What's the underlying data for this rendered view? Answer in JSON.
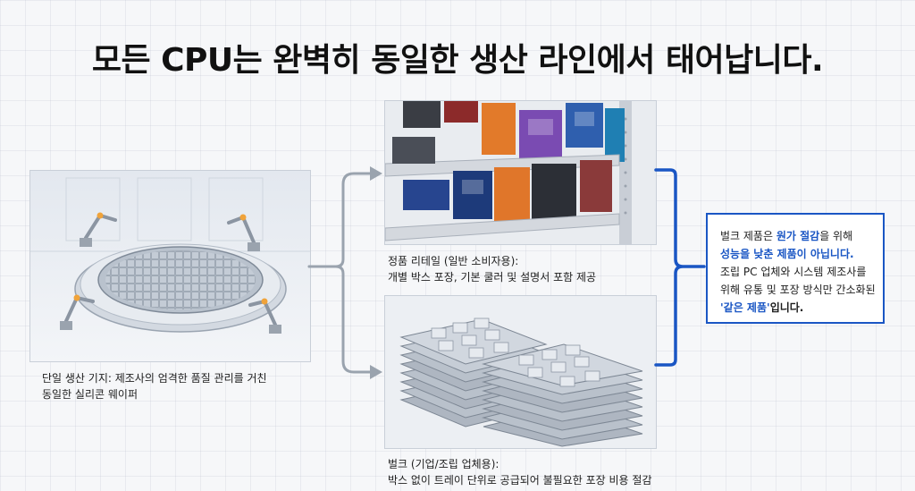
{
  "title": "모든 CPU는 완벽히 동일한 생산 라인에서 태어납니다.",
  "wafer_caption": {
    "line1": "단일 생산 기지: 제조사의 엄격한 품질 관리를 거친",
    "line2": "동일한 실리콘 웨이퍼"
  },
  "retail_caption": {
    "line1": "정품 리테일 (일반 소비자용):",
    "line2": "개별 박스 포장, 기본 쿨러 및 설명서 포함 제공"
  },
  "bulk_caption": {
    "line1": "벌크 (기업/조립 업체용):",
    "line2": "박스 없이 트레이 단위로 공급되어 불필요한 포장 비용 절감"
  },
  "callout": {
    "l1_a": "벌크 제품은 ",
    "l1_b": "원가 절감",
    "l1_c": "을 위해",
    "l2": "성능을 낮춘 제품이 아닙니다.",
    "l3": "조립 PC 업체와 시스템 제조사를",
    "l4": "위해 유통 및 포장 방식만 간소화된",
    "l5_a": "'같은 제품'",
    "l5_b": "입니다."
  },
  "colors": {
    "accent_blue": "#1a56c4",
    "connector_gray": "#9aa3ae"
  }
}
